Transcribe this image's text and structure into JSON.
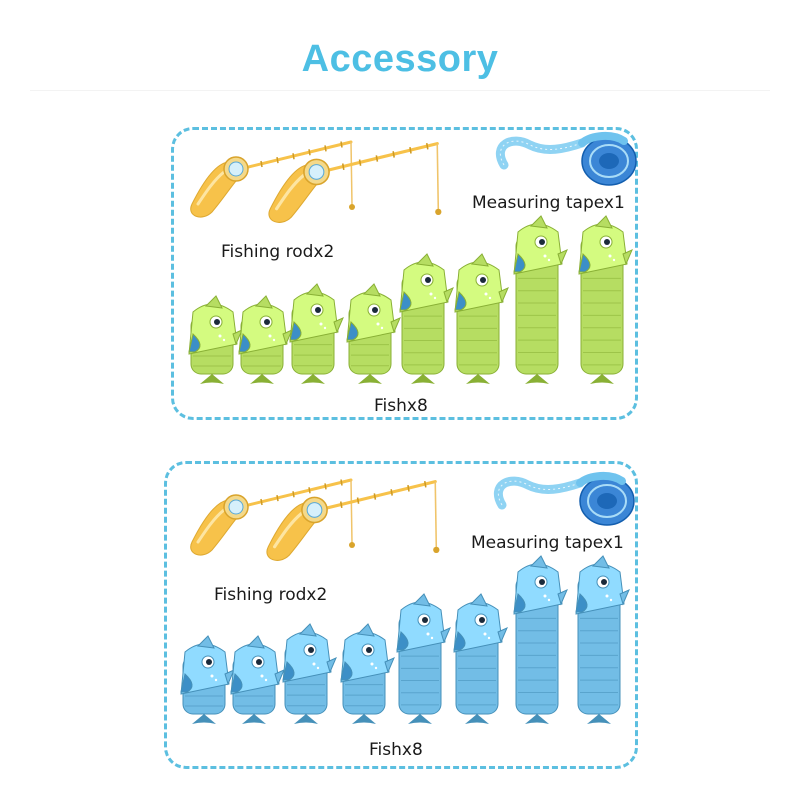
{
  "title": "Accessory",
  "colors": {
    "title": "#4dbfe4",
    "border": "#5cbfe0",
    "rod": "#f7c24a",
    "rod_line": "#f0c46a",
    "tape": "#3b86d6",
    "fish_green": "#b6dd62",
    "fish_blue": "#72bde6"
  },
  "panels": [
    {
      "variant": "green",
      "rod_label": "Fishing rodx2",
      "tape_label": "Measuring tapex1",
      "fish_label": "Fishx8"
    },
    {
      "variant": "blue",
      "rod_label": "Fishing rodx2",
      "tape_label": "Measuring tapex1",
      "fish_label": "Fishx8"
    }
  ]
}
